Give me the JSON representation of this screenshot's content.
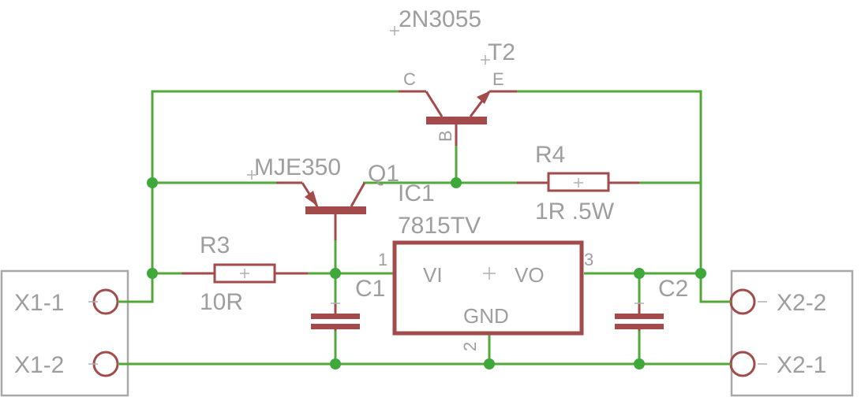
{
  "components": {
    "t2": {
      "type": "2N3055",
      "ref": "T2",
      "pin_c": "C",
      "pin_e": "E",
      "pin_b": "B"
    },
    "q1": {
      "type": "MJE350",
      "ref": "Q1"
    },
    "ic1": {
      "ref": "IC1",
      "type": "7815TV",
      "vi": "VI",
      "vo": "VO",
      "gnd": "GND",
      "pin1": "1",
      "pin2": "2",
      "pin3": "3"
    },
    "r3": {
      "ref": "R3",
      "value": "10R"
    },
    "r4": {
      "ref": "R4",
      "value": "1R .5W"
    },
    "c1": {
      "ref": "C1"
    },
    "c2": {
      "ref": "C2"
    },
    "x1": {
      "pin1": "X1-1",
      "pin2": "X1-2"
    },
    "x2": {
      "pin2": "X2-2",
      "pin1": "X2-1"
    }
  },
  "colors": {
    "wire": "#52a838",
    "junction": "#3fa83a",
    "part": "#a34b4b",
    "label": "#9e9e9e",
    "frame": "#a8a8a8"
  }
}
